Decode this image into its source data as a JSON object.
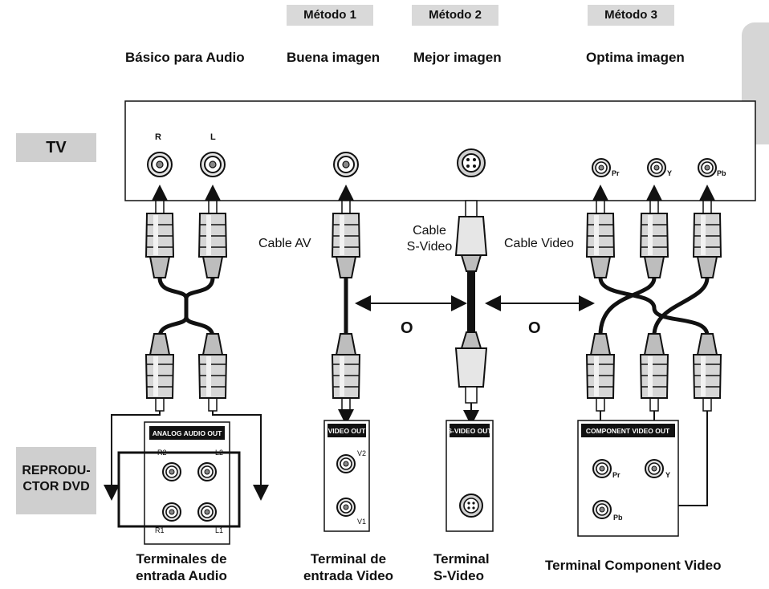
{
  "methods": [
    {
      "tab": "Método 1",
      "heading": "Buena imagen"
    },
    {
      "tab": "Método 2",
      "heading": "Mejor imagen"
    },
    {
      "tab": "Método 3",
      "heading": "Optima imagen"
    }
  ],
  "basic_heading": "Básico para Audio",
  "tv_label": "TV",
  "dvd_label_line1": "REPRODU-",
  "dvd_label_line2": "CTOR DVD",
  "tv_jacks": {
    "r": "R",
    "l": "L",
    "pr": "Pr",
    "y": "Y",
    "pb": "Pb"
  },
  "cables": {
    "av": "Cable AV",
    "svideo_line1": "Cable",
    "svideo_line2": "S-Video",
    "video": "Cable Video"
  },
  "or_label": "O",
  "panels": {
    "audio": {
      "title": "ANALOG AUDIO OUT",
      "r2": "R2",
      "l2": "L2",
      "r1": "R1",
      "l1": "L1"
    },
    "video": {
      "title": "VIDEO OUT",
      "v2": "V2",
      "v1": "V1"
    },
    "svideo": {
      "title": "S-VIDEO OUT"
    },
    "component": {
      "title": "COMPONENT VIDEO OUT",
      "pr": "Pr",
      "y": "Y",
      "pb": "Pb"
    }
  },
  "captions": {
    "audio_line1": "Terminales de",
    "audio_line2": "entrada Audio",
    "video_line1": "Terminal de",
    "video_line2": "entrada Video",
    "svideo_line1": "Terminal",
    "svideo_line2": "S-Video",
    "component": "Terminal Component Video"
  },
  "colors": {
    "panel_tab": "#d9d9d9",
    "side_label": "#cfcfcf",
    "stroke": "#111111"
  }
}
